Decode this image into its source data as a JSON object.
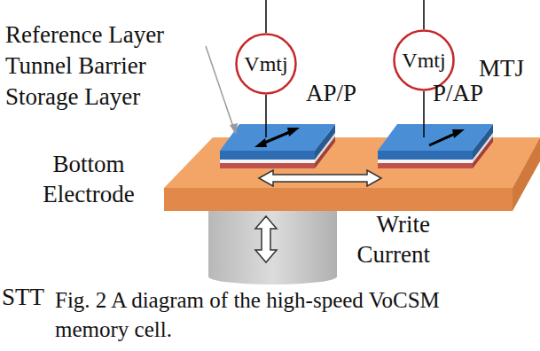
{
  "diagram": {
    "caption": "Fig. 2 A diagram of the high-speed VoCSM memory cell.",
    "nodes": [
      {
        "text": [
          "Vmtj"
        ]
      },
      {
        "text": [
          "Vmtj"
        ]
      }
    ],
    "labels": [
      "Reference Layer",
      "Tunnel Barrier",
      "Storage Layer",
      "AP/P",
      "P/AP",
      "MTJ",
      "Bottom Electrode",
      "Write Current",
      "STT"
    ]
  }
}
